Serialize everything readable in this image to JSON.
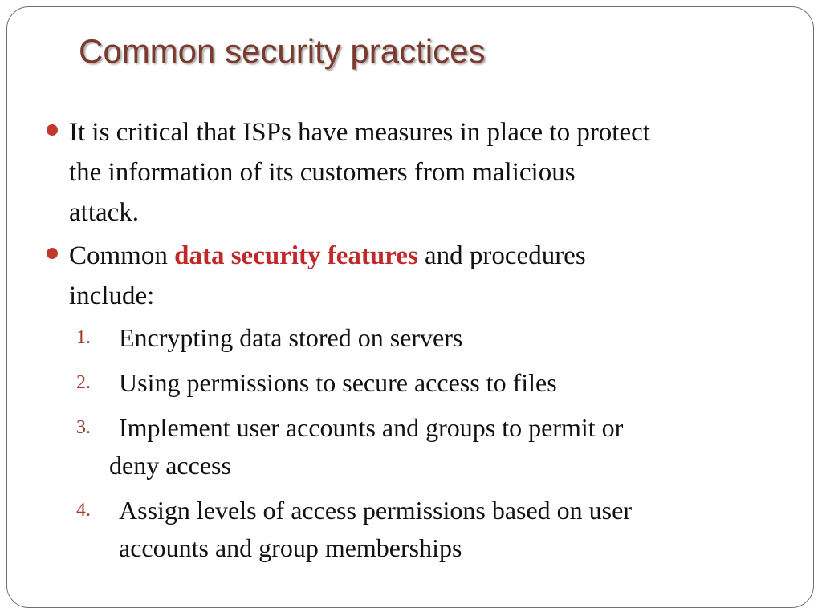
{
  "slide": {
    "title": "Common security practices",
    "bullets": [
      {
        "lines": [
          "It is critical that ISPs have measures in place to protect",
          "the information of its customers from malicious",
          "attack."
        ]
      },
      {
        "prefix": "Common ",
        "highlight": "data security features",
        "suffix": " and procedures",
        "line2": "include:"
      }
    ],
    "items": [
      {
        "marker": "1.",
        "line1": "Encrypting data stored on servers"
      },
      {
        "marker": "2.",
        "line1": "Using permissions to secure access to files"
      },
      {
        "marker": "3.",
        "line1": "Implement user accounts and groups to permit or",
        "line2": "deny access"
      },
      {
        "marker": "4.",
        "line1": "Assign levels of access permissions based on user",
        "line2": "accounts and group memberships"
      }
    ]
  },
  "colors": {
    "title": "#7b3a2e",
    "highlight": "#c0282a",
    "bullet": "#c0392b",
    "number": "#a03a2c",
    "frame": "#6f6f6f"
  }
}
